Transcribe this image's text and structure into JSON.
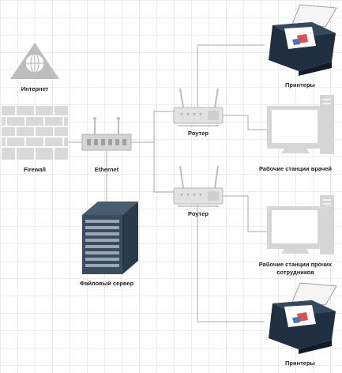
{
  "nodes": {
    "internet": "Интернет",
    "firewall": "Firewall",
    "ethernet": "Ethernet",
    "file_server": "Файловый сервер",
    "router_top": "Роутер",
    "router_bottom": "Роутер",
    "printers_top": "Принтеры",
    "doctors_ws": "Рабочие станции врачей",
    "others_ws_line1": "Рабочие станции прочих",
    "others_ws_line2": "сотрудников",
    "printers_bottom": "Принтеры"
  },
  "colors": {
    "line": "#a9a9a9",
    "icon_gray": "#bdbdbd",
    "device_dark": "#2c3e50",
    "device_body": "#1f2f3f",
    "screen": "#ffffff"
  }
}
